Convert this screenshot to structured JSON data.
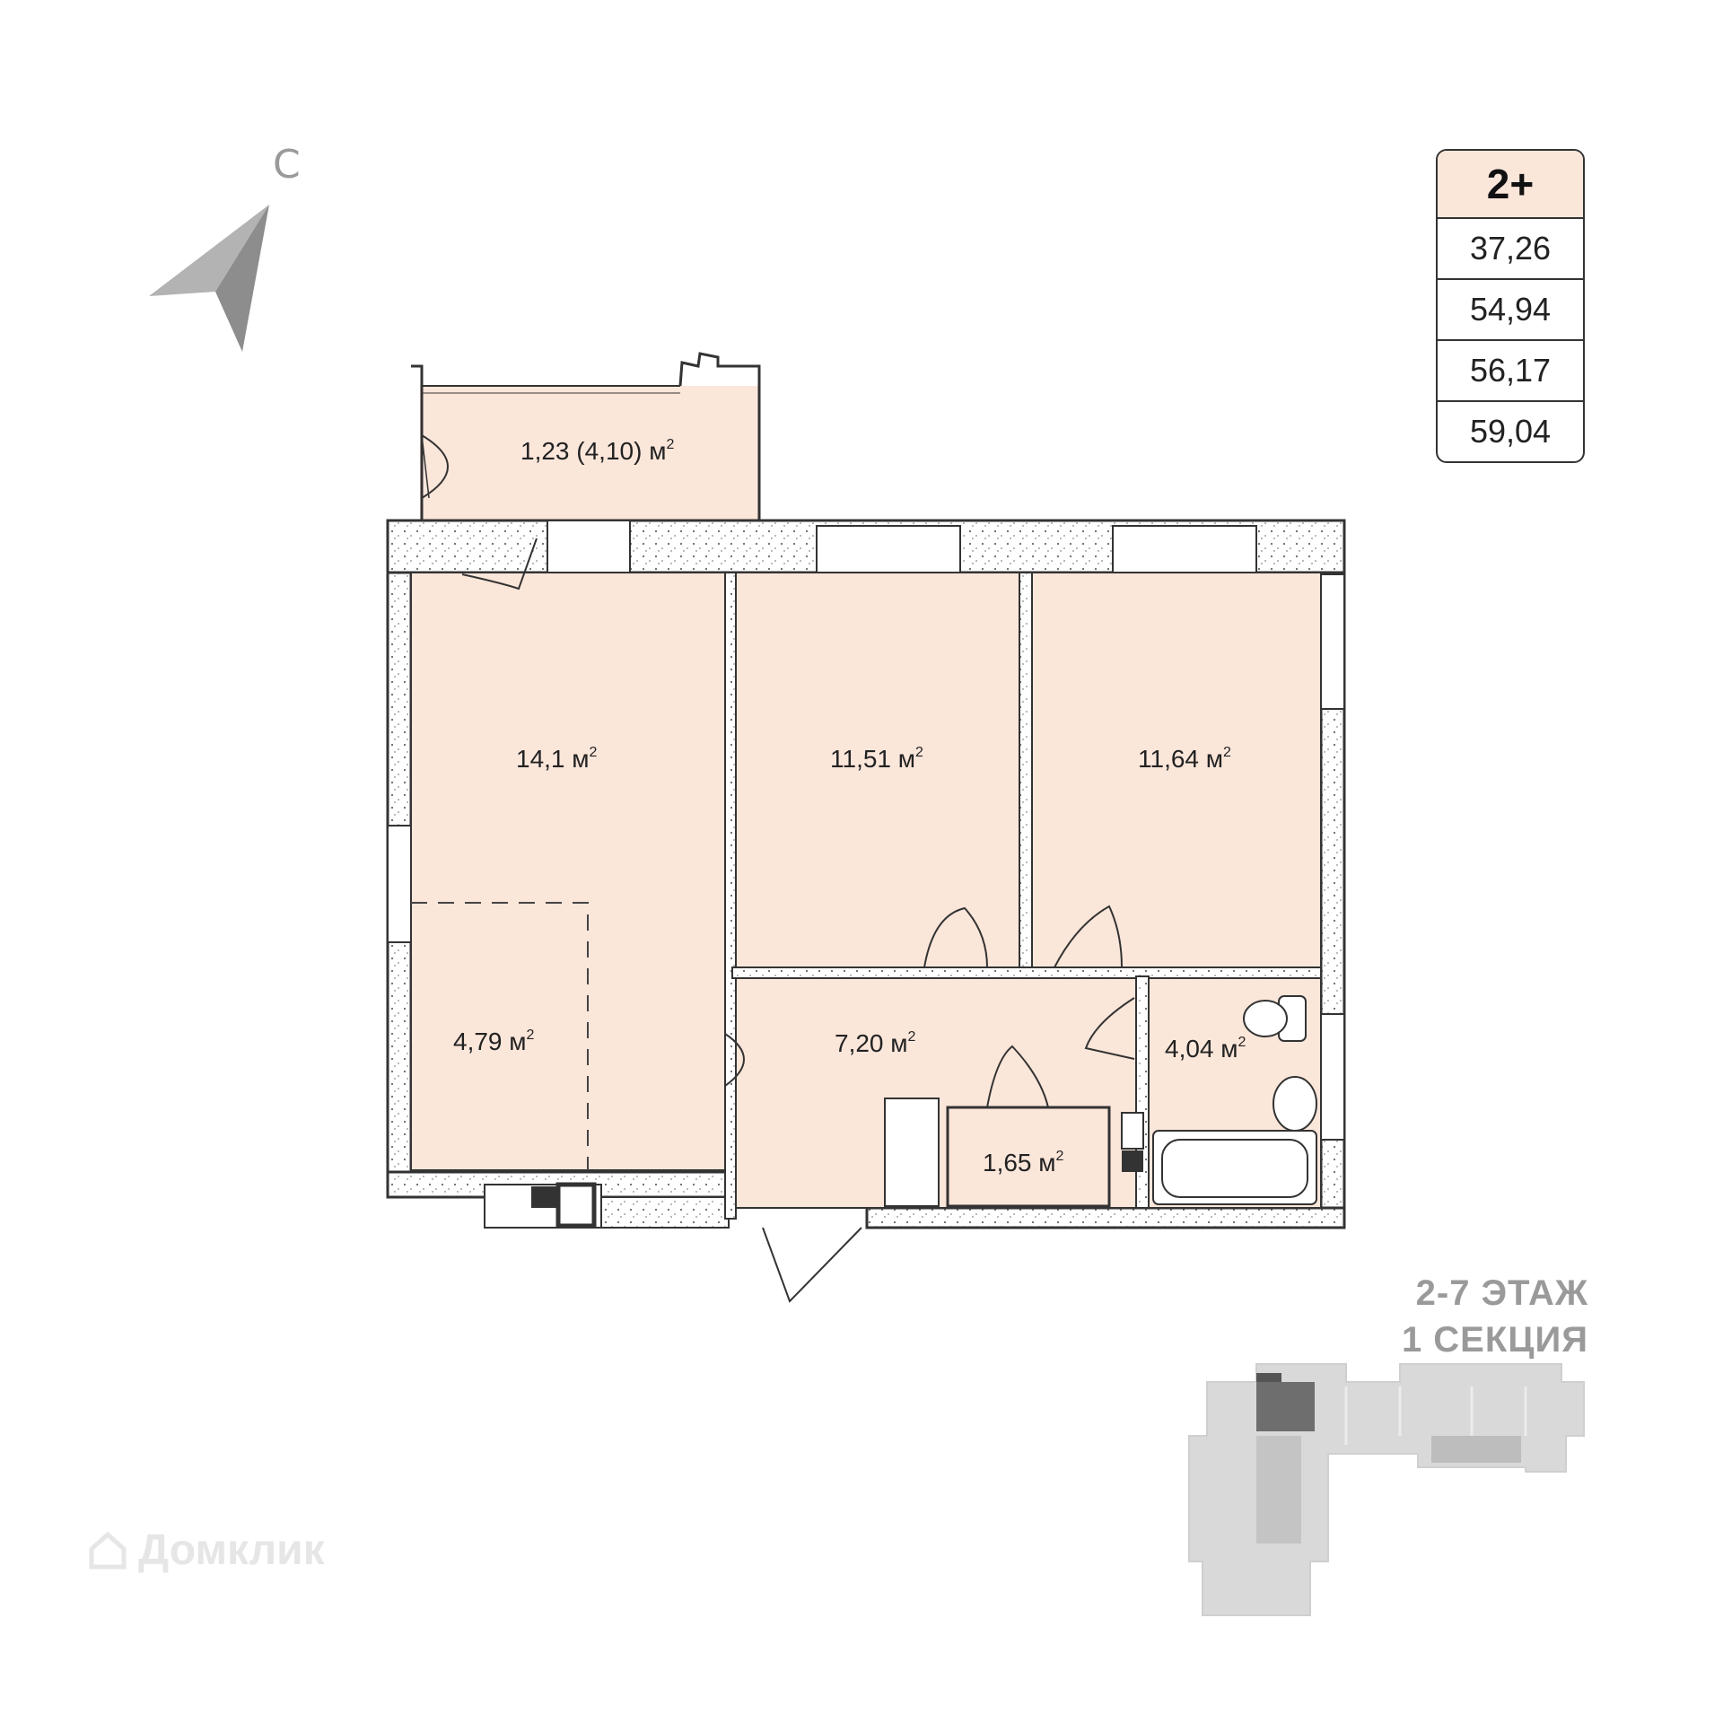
{
  "compass": {
    "north_letter": "С"
  },
  "apartment": {
    "type": "2+",
    "areas": [
      "37,26",
      "54,94",
      "56,17",
      "59,04"
    ]
  },
  "floor_info": {
    "line1": "2-7 ЭТАЖ",
    "line2": "1 СЕКЦИЯ"
  },
  "rooms": {
    "balcony": "1,23 (4,10) м",
    "living": "14,1 м",
    "kitchen": "4,79 м",
    "bedroom1": "11,51 м",
    "bedroom2": "11,64 м",
    "hall": "7,20 м",
    "bathroom": "4,04 м",
    "storage": "1,65 м"
  },
  "unit_sup": "2",
  "watermark": "Домклик",
  "colors": {
    "room_fill": "#fbe6da",
    "wall": "#333333",
    "card_header": "#fbe6da",
    "key_plan": "#d9d9d9",
    "key_plan_highlight": "#6e6e6e"
  }
}
